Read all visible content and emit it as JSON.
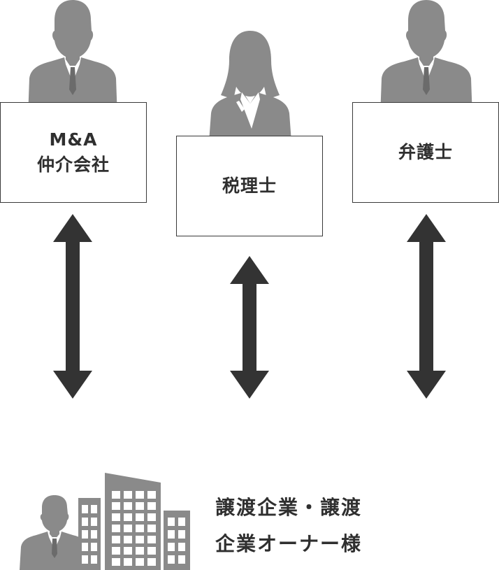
{
  "colors": {
    "silhouette": "#8a8a8a",
    "arrow": "#333333",
    "box_border": "#3a3a3a",
    "text": "#2f2f2f"
  },
  "advisors": [
    {
      "lines": [
        "M&A",
        "仲介会社"
      ],
      "icon": "businessman-icon"
    },
    {
      "lines": [
        "税理士"
      ],
      "icon": "businesswoman-icon"
    },
    {
      "lines": [
        "弁護士"
      ],
      "icon": "businessman-icon"
    }
  ],
  "client": {
    "lines": [
      "譲渡企業・譲渡",
      "企業オーナー様"
    ],
    "icons": [
      "businessman-icon",
      "building-icon"
    ]
  }
}
